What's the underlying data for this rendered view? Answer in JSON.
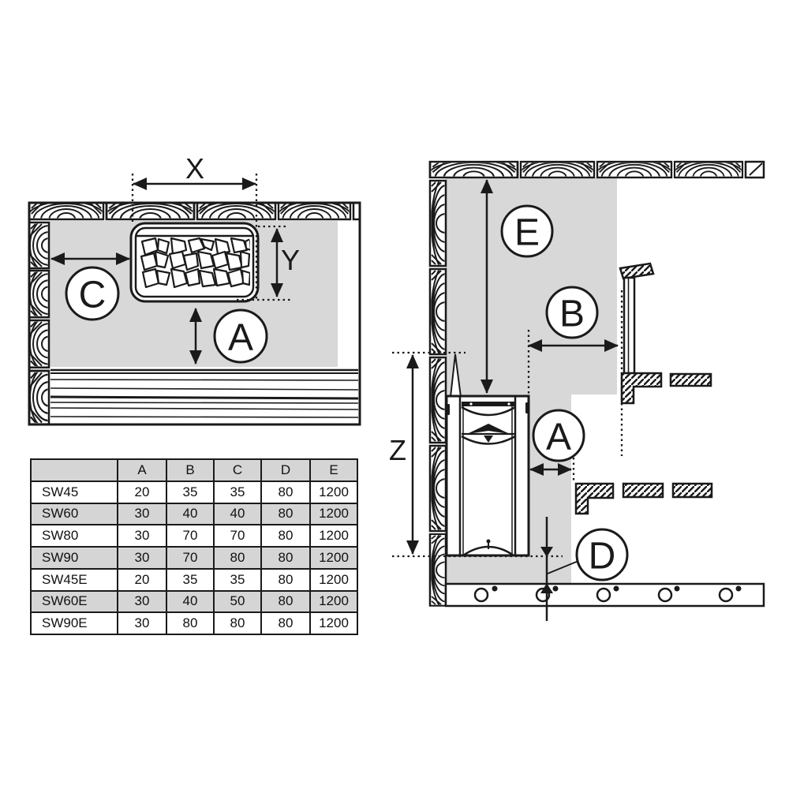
{
  "left_diagram": {
    "description": "top view of wall-mounted sauna heater with stones",
    "labels": {
      "x": "X",
      "y": "Y",
      "c": "C",
      "a": "A"
    }
  },
  "right_diagram": {
    "description": "side view of wall-mounted sauna heater with benches",
    "labels": {
      "e": "E",
      "b": "B",
      "a": "A",
      "z": "Z",
      "d": "D"
    }
  },
  "table": {
    "headers": [
      "",
      "A",
      "B",
      "C",
      "D",
      "E"
    ],
    "rows": [
      {
        "model": "SW45",
        "values": [
          "20",
          "35",
          "35",
          "80",
          "1200"
        ]
      },
      {
        "model": "SW60",
        "values": [
          "30",
          "40",
          "40",
          "80",
          "1200"
        ]
      },
      {
        "model": "SW80",
        "values": [
          "30",
          "70",
          "70",
          "80",
          "1200"
        ]
      },
      {
        "model": "SW90",
        "values": [
          "30",
          "70",
          "80",
          "80",
          "1200"
        ]
      },
      {
        "model": "SW45E",
        "values": [
          "20",
          "35",
          "35",
          "80",
          "1200"
        ]
      },
      {
        "model": "SW60E",
        "values": [
          "30",
          "40",
          "50",
          "80",
          "1200"
        ]
      },
      {
        "model": "SW90E",
        "values": [
          "30",
          "80",
          "80",
          "80",
          "1200"
        ]
      }
    ]
  },
  "colors": {
    "line": "#1a1a1a",
    "clearance_zone": "#d8d8d8",
    "table_band": "#d5d5d5",
    "background": "#ffffff"
  }
}
